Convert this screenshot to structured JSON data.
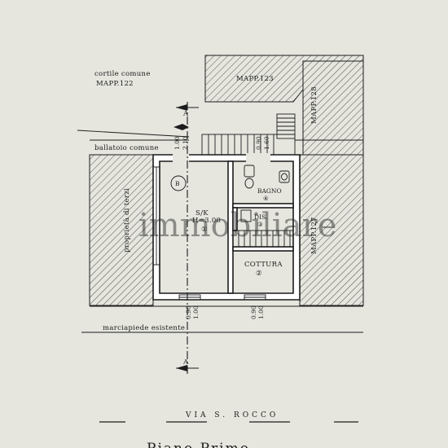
{
  "labels": {
    "cortile": "cortile comune",
    "mapp122": "MAPP.122",
    "mapp123": "MAPP.123",
    "mapp128": "MAPP.128",
    "mapp127": "MAPP.127",
    "ballatoio": "ballatoio comune",
    "proprieta": "proprietà di terzi",
    "marciapiede": "marciapiede esistente",
    "via": "VIA  S.  ROCCO",
    "piano": "Piano Primo",
    "section_a": "A",
    "section_a2": "A",
    "marker_b": "B"
  },
  "rooms": {
    "sk_name": "S/K",
    "sk_height": "H=3.00",
    "sk_num": "①",
    "bagno_name": "BAGNO",
    "bagno_num": "④",
    "dis_name": "DIS.",
    "dis_num": "③",
    "cottura_name": "COTTURA",
    "cottura_num": "②"
  },
  "dimensions": {
    "top_left_a": "1.00",
    "top_left_b": "2.10",
    "top_right_a": "0.90",
    "top_right_b": "1.60",
    "bot_left_a": "0.90",
    "bot_left_b": "1.00",
    "bot_right_a": "0.90",
    "bot_right_b": "1.00"
  },
  "watermark": "immobiliare"
}
